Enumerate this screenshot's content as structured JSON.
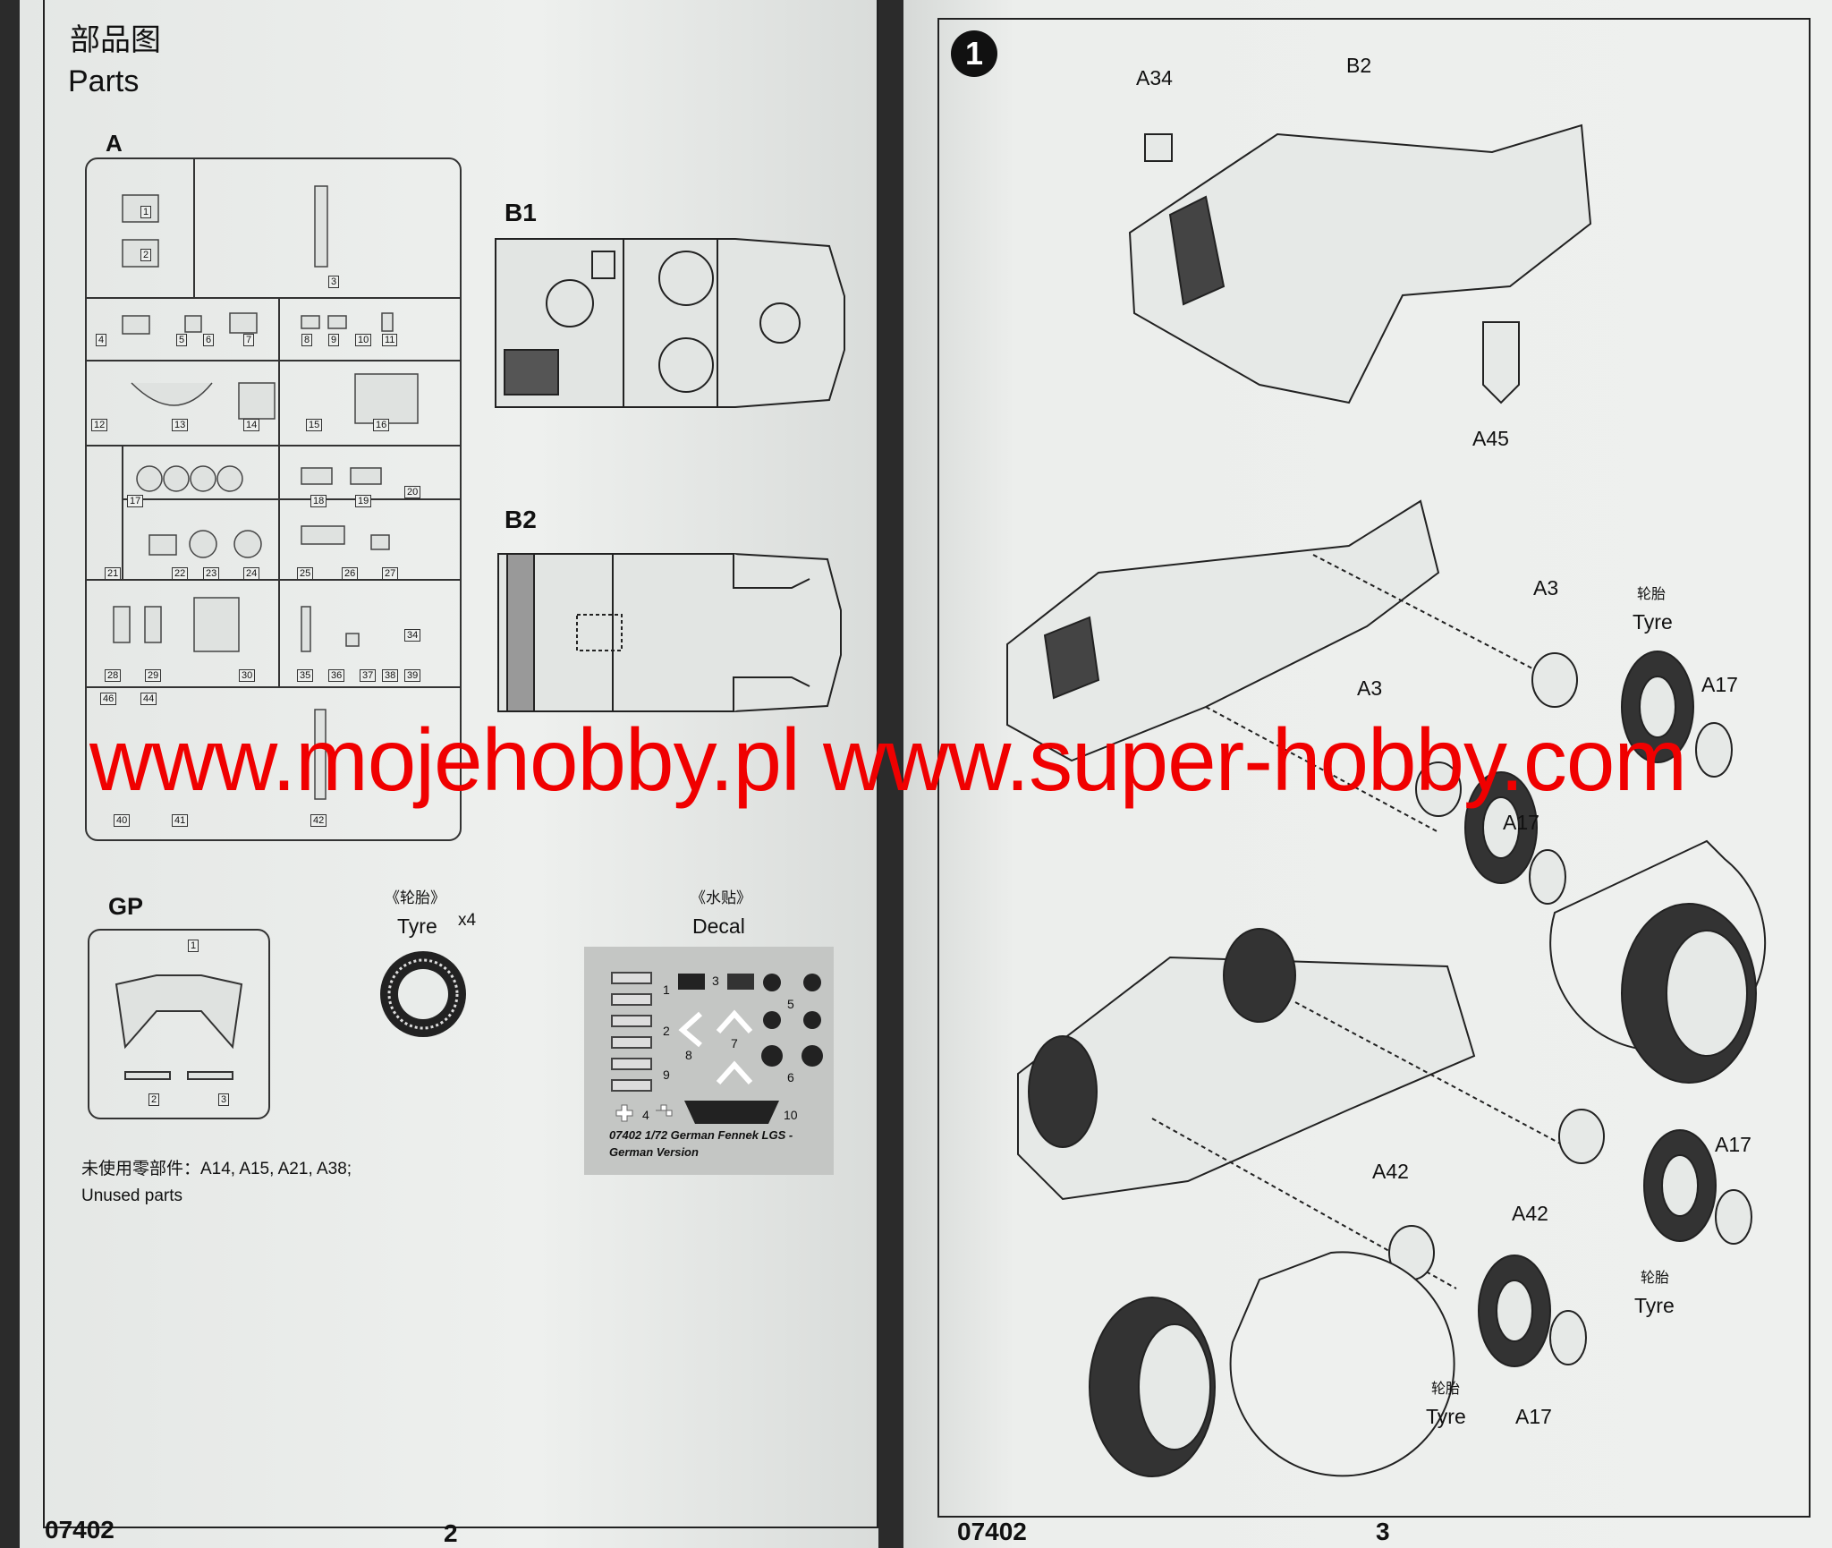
{
  "left_page": {
    "title_cn": "部品图",
    "title_en": "Parts",
    "sprue_a": {
      "label": "A",
      "part_numbers": [
        "1",
        "2",
        "3",
        "4",
        "5",
        "6",
        "7",
        "8",
        "9",
        "10",
        "11",
        "12",
        "13",
        "14",
        "15",
        "16",
        "17",
        "18",
        "19",
        "20",
        "21",
        "22",
        "23",
        "24",
        "25",
        "26",
        "27",
        "28",
        "29",
        "30",
        "34",
        "35",
        "36",
        "37",
        "38",
        "39",
        "40",
        "41",
        "42",
        "44",
        "46"
      ]
    },
    "sprue_b1": {
      "label": "B1"
    },
    "sprue_b2": {
      "label": "B2"
    },
    "sprue_gp": {
      "label": "GP",
      "part_numbers": [
        "1",
        "2",
        "3"
      ]
    },
    "tyre": {
      "label_cn": "《轮胎》",
      "label_en": "Tyre",
      "quantity": "x4"
    },
    "decal": {
      "label_cn": "《水贴》",
      "label_en": "Decal",
      "numbers": [
        "1",
        "2",
        "3",
        "4",
        "5",
        "6",
        "7",
        "8",
        "9",
        "10"
      ],
      "caption_line1": "07402 1/72 German Fennek LGS -",
      "caption_line2": "German Version"
    },
    "unused_cn": "未使用零部件：A14, A15, A21, A38;",
    "unused_en": "Unused parts",
    "footer_code": "07402",
    "page_number": "2"
  },
  "watermark": "www.mojehobby.pl www.super-hobby.com",
  "right_page": {
    "step_number": "1",
    "callouts": {
      "a34": "A34",
      "b2": "B2",
      "a45": "A45",
      "a3_1": "A3",
      "a3_2": "A3",
      "a17_1": "A17",
      "a17_2": "A17",
      "a17_3": "A17",
      "a17_4": "A17",
      "a42_1": "A42",
      "a42_2": "A42",
      "tyre_cn": "轮胎",
      "tyre_en": "Tyre"
    },
    "footer_code": "07402",
    "page_number": "3"
  },
  "colors": {
    "watermark": "#f00000",
    "paper": "#e9ecea",
    "ink": "#111111",
    "decal_bg": "#c4c6c4"
  }
}
